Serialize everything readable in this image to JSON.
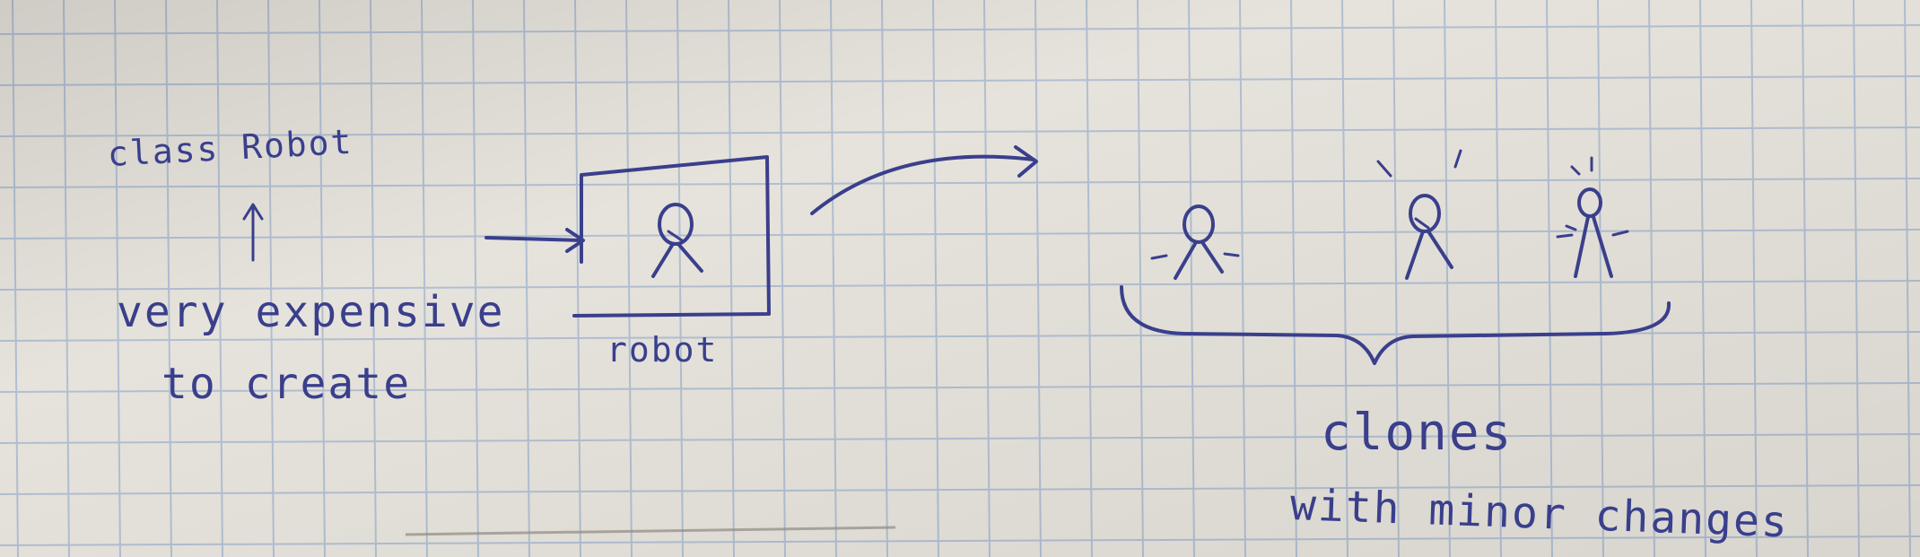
{
  "labels": {
    "class_name": "class Robot",
    "cost_line1": "very expensive",
    "cost_line2": "to create",
    "original_caption": "robot",
    "clones_title": "clones",
    "clones_subtitle": "with minor changes"
  },
  "colors": {
    "paper": "#e6e3dc",
    "grid": "#9fb3cf",
    "ink": "#3a3f8c",
    "pencil": "#8f8a80"
  }
}
